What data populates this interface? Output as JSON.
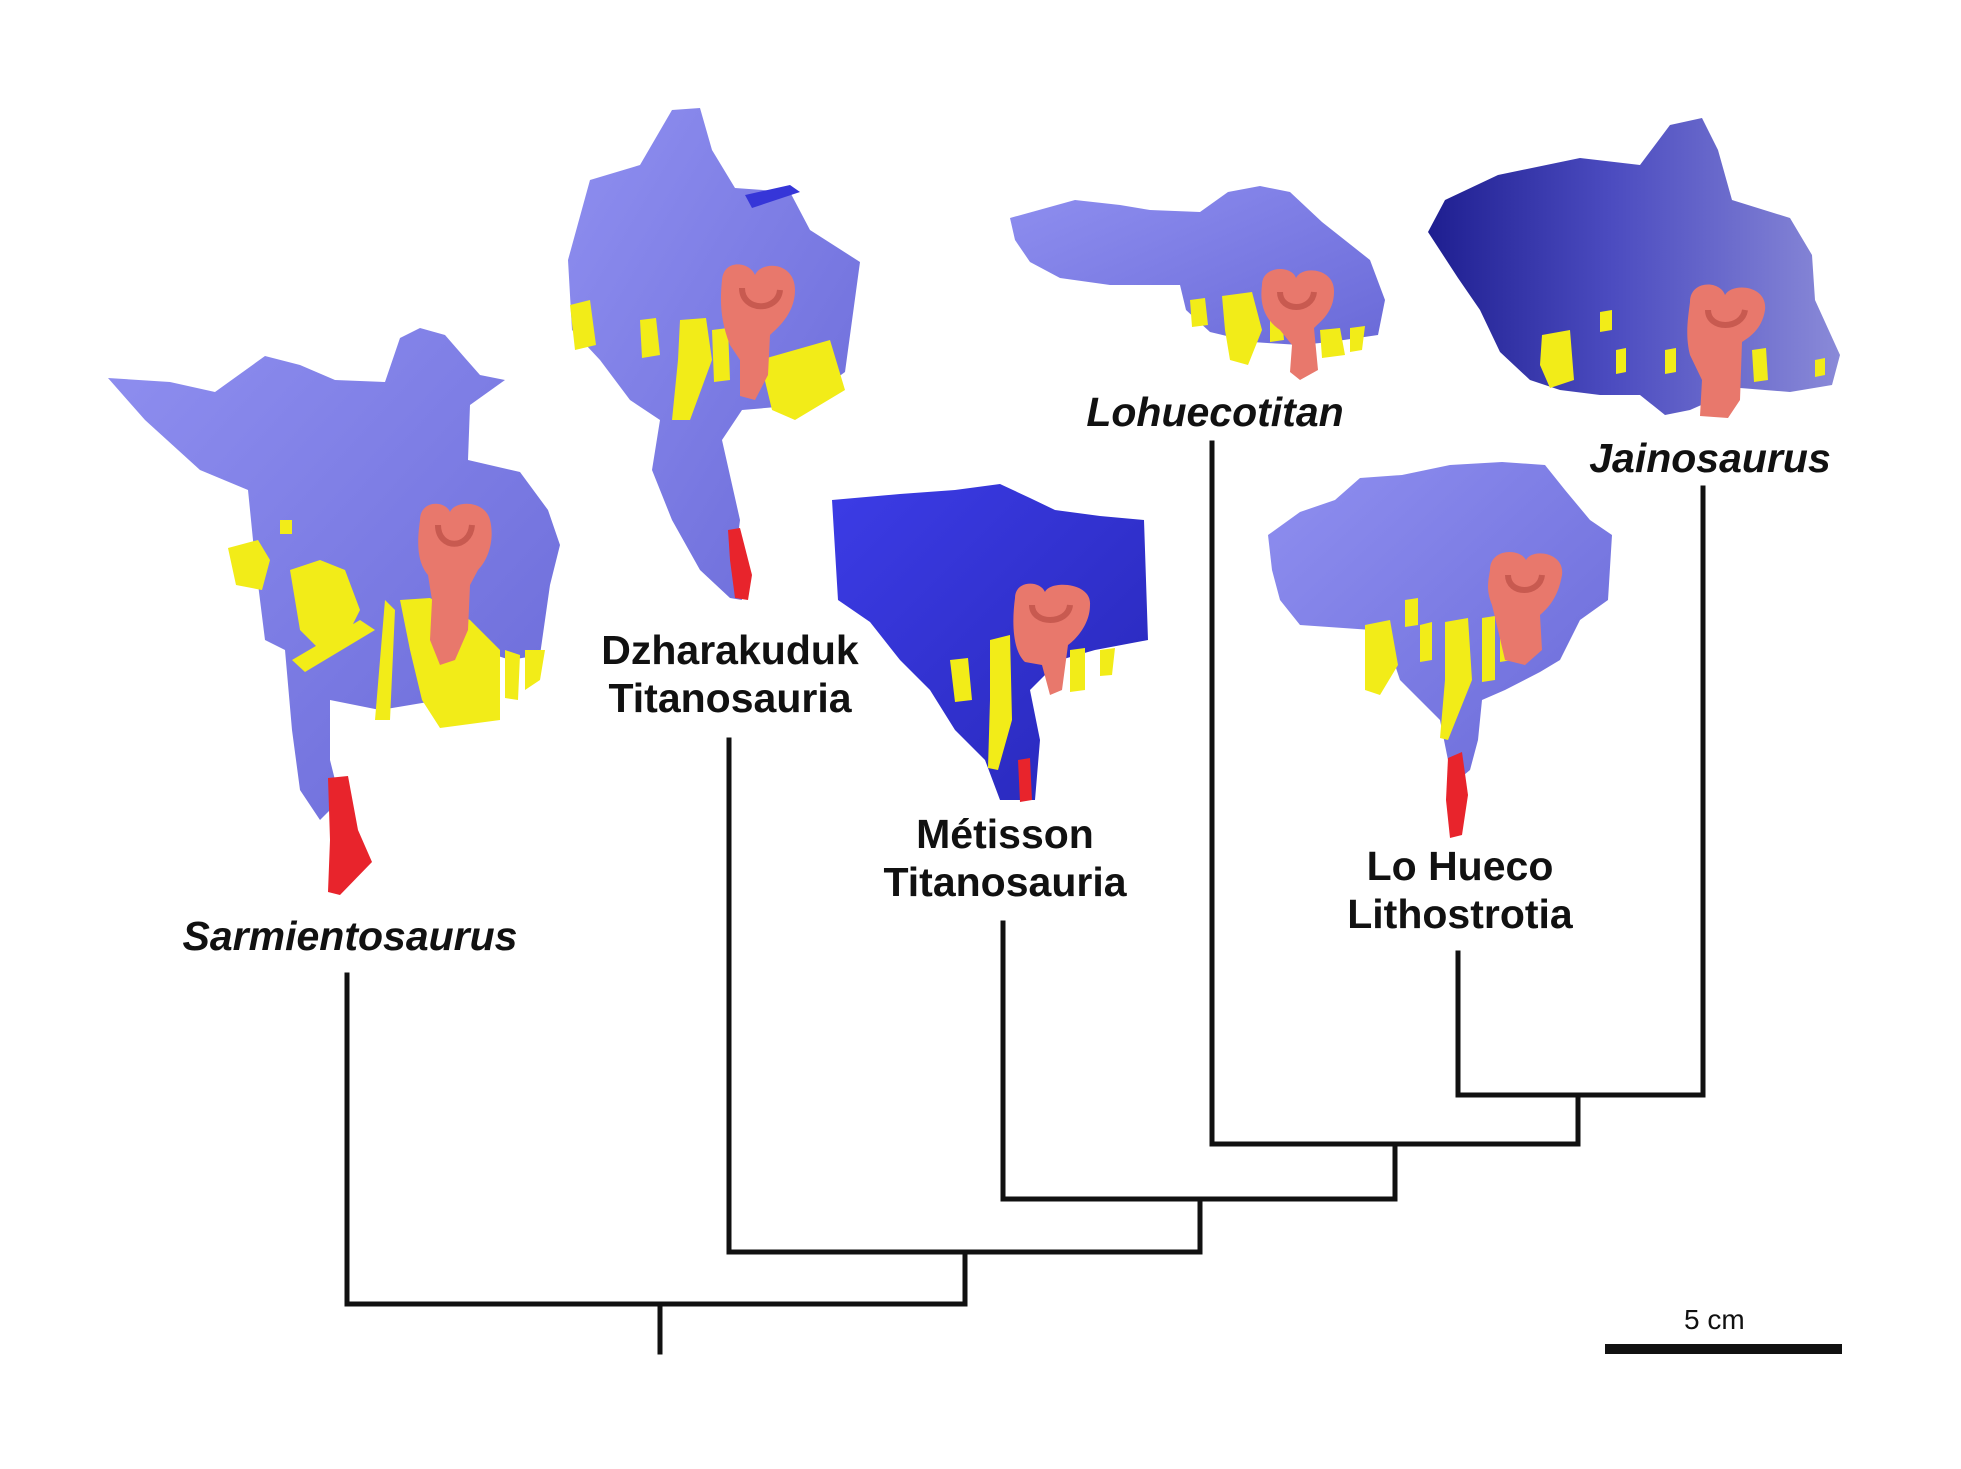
{
  "taxa": {
    "sarmientosaurus": {
      "name": "Sarmientosaurus"
    },
    "dzharakuduk": {
      "line1": "Dzharakuduk",
      "line2": "Titanosauria"
    },
    "metisson": {
      "line1": "Métisson",
      "line2": "Titanosauria"
    },
    "lohuecotitan": {
      "name": "Lohuecotitan"
    },
    "lo_hueco": {
      "line1": "Lo Hueco",
      "line2": "Lithostrotia"
    },
    "jainosaurus": {
      "name": "Jainosaurus"
    }
  },
  "scale_bar": {
    "label": "5 cm"
  },
  "colors": {
    "braincase_light": "#7b7be6",
    "braincase_medium": "#4a4ae0",
    "braincase_dark": "#2a2aa8",
    "nerves": "#f2ec18",
    "inner_ear": "#e8786c",
    "vessel": "#e8242c",
    "tree_line": "#111111"
  }
}
